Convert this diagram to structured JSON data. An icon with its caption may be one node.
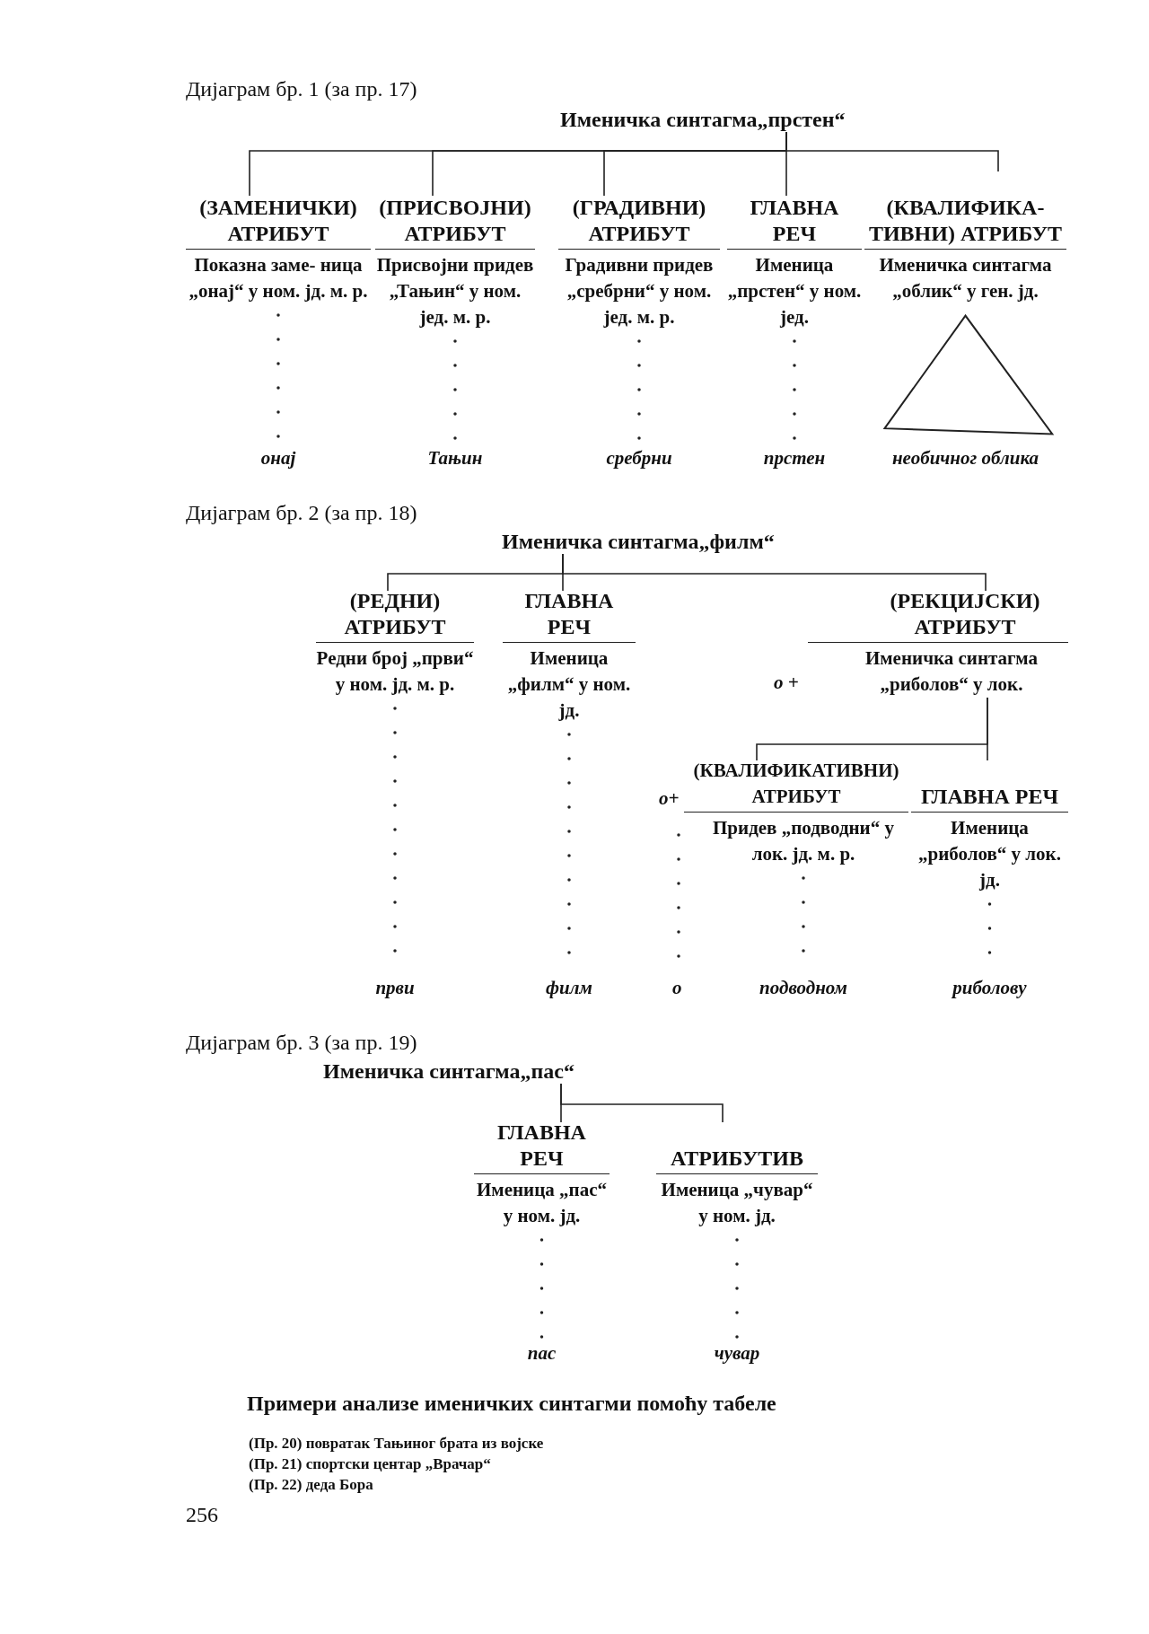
{
  "diagram": {
    "nodes": [
      {
        "text": [
          "Именичка синтагма„прстен“"
        ]
      },
      {
        "text": [
          "(ЗАМЕНИЧКИ) АТРИБУТ",
          "Показна заме- ница „онај“ у ном. јд. м. р.",
          "онај"
        ]
      },
      {
        "text": [
          "(ПРИСВОЈНИ) АТРИБУТ",
          "Присвојни придев „Тањин“ у ном. јед. м. р.",
          "Тањин"
        ]
      },
      {
        "text": [
          "(ГРАДИВНИ) АТРИБУТ",
          "Градивни придев „сребрни“ у ном. јед. м. р.",
          "сребрни"
        ]
      },
      {
        "text": [
          "ГЛАВНА РЕЧ",
          "Именица „прстен“ у ном. јед.",
          "прстен"
        ]
      },
      {
        "text": [
          "(КВАЛИФИКА- ТИВНИ) АТРИБУТ",
          "Именичка синтагма „облик“ у ген. јд.",
          "необичног облика"
        ]
      },
      {
        "text": [
          "Именичка синтагма„филм“"
        ]
      },
      {
        "text": [
          "(РЕДНИ) АТРИБУТ",
          "Редни број „први“ у ном. јд. м. р.",
          "први"
        ]
      },
      {
        "text": [
          "ГЛАВНА РЕЧ",
          "Именица „филм“ у ном. јд.",
          "филм"
        ]
      },
      {
        "text": [
          "(РЕКЦИЈСКИ) АТРИБУТ",
          "Именичка синтагма „риболов“ у лок."
        ],
        "beside": [
          "о +"
        ]
      },
      {
        "text": [
          "(КВАЛИФИКАТИВНИ) АТРИБУТ",
          "Придев „подводни“ у лок. јд. м. р.",
          "подводном"
        ],
        "beside": [
          "о+"
        ]
      },
      {
        "text": [
          "ГЛАВНА РЕЧ",
          "Именица „риболов“ у лок. јд.",
          "риболову"
        ]
      },
      {
        "text": [
          "Именичка синтагма„пас“"
        ]
      },
      {
        "text": [
          "ГЛАВНА РЕЧ",
          "Именица „пас“ у ном. јд.",
          "пас"
        ]
      },
      {
        "text": [
          "АТРИБУТИВ",
          "Именица „чувар“ у ном. јд.",
          "чувар"
        ]
      }
    ],
    "edges": [
      {
        "from": 0,
        "to": 1,
        "arrow": "none"
      },
      {
        "from": 0,
        "to": 2,
        "arrow": "none"
      },
      {
        "from": 0,
        "to": 3,
        "arrow": "none"
      },
      {
        "from": 0,
        "to": 4,
        "arrow": "none"
      },
      {
        "from": 0,
        "to": 5,
        "arrow": "none"
      },
      {
        "from": 6,
        "to": 7,
        "arrow": "none"
      },
      {
        "from": 6,
        "to": 8,
        "arrow": "none"
      },
      {
        "from": 6,
        "to": 9,
        "arrow": "none"
      },
      {
        "from": 9,
        "to": 10,
        "arrow": "none"
      },
      {
        "from": 9,
        "to": 11,
        "arrow": "none"
      },
      {
        "from": 12,
        "to": 13,
        "arrow": "none"
      },
      {
        "from": 12,
        "to": 14,
        "arrow": "none"
      }
    ],
    "labels": [
      "Дијаграм бр. 1 (за пр. 17)",
      "Дијаграм бр. 2 (за пр. 18)",
      "о",
      "Дијаграм бр. 3 (за пр. 19)",
      "Примери анализе именичких синтагми помоћу табеле",
      "(Пр. 20) повратак Тањиног брата из војске",
      "(Пр. 21) спортски центар „Врачар“",
      "(Пр. 22) деда Бора",
      "256"
    ]
  }
}
